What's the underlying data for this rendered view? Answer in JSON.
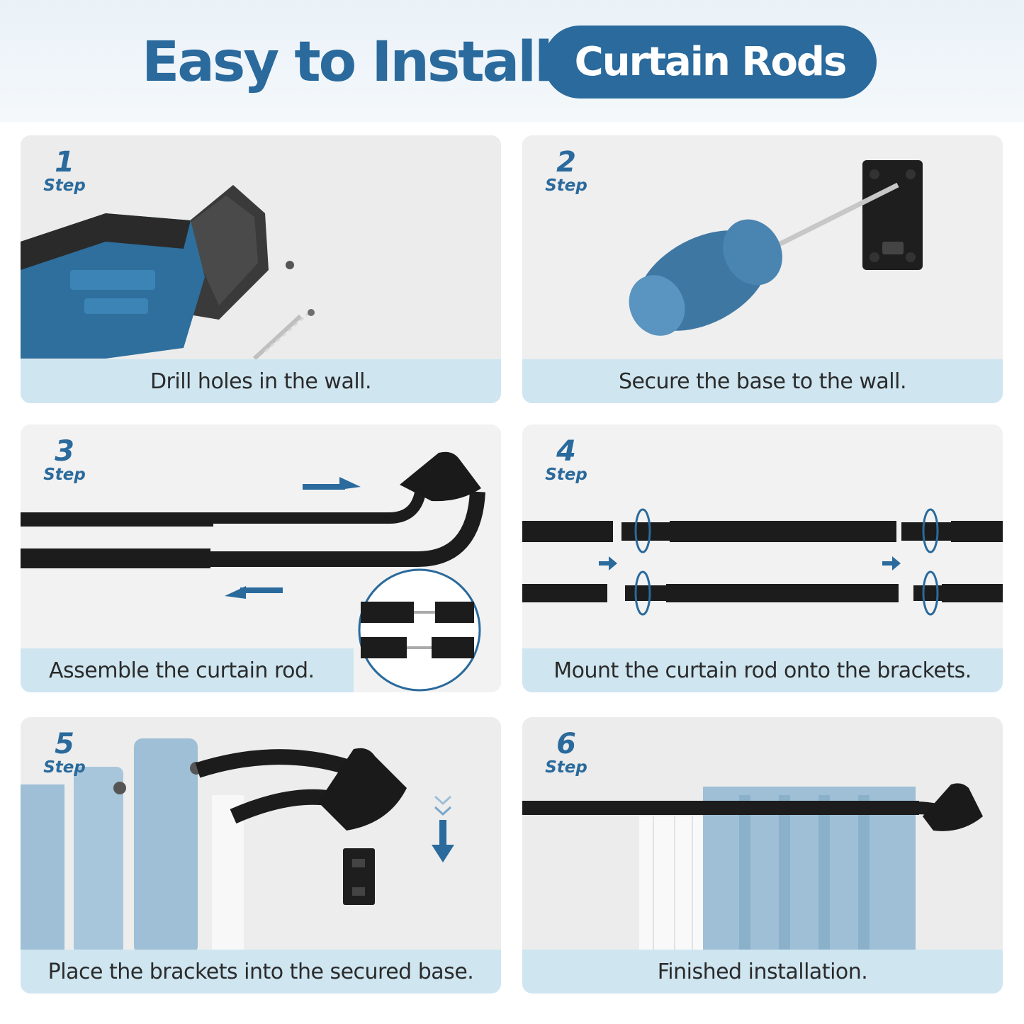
{
  "header": {
    "title": "Easy to Install",
    "pill_text": "Curtain Rods"
  },
  "colors": {
    "brand_blue": "#2a6a9c",
    "caption_bg": "#cfe6f1",
    "curtain_blue": "#9ebfd6"
  },
  "steps": [
    {
      "number": "1",
      "label": "Step",
      "caption": "Drill holes in the wall.",
      "icon": "drill-icon"
    },
    {
      "number": "2",
      "label": "Step",
      "caption": "Secure the base to the wall.",
      "icon": "screwdriver-icon"
    },
    {
      "number": "3",
      "label": "Step",
      "caption": "Assemble the curtain rod.",
      "icon": "rod-assembly-icon"
    },
    {
      "number": "4",
      "label": "Step",
      "caption": "Mount the curtain rod onto the brackets.",
      "icon": "rod-twist-icon"
    },
    {
      "number": "5",
      "label": "Step",
      "caption": "Place the brackets into the secured base.",
      "icon": "bracket-icon"
    },
    {
      "number": "6",
      "label": "Step",
      "caption": "Finished installation.",
      "icon": "curtain-icon"
    }
  ]
}
